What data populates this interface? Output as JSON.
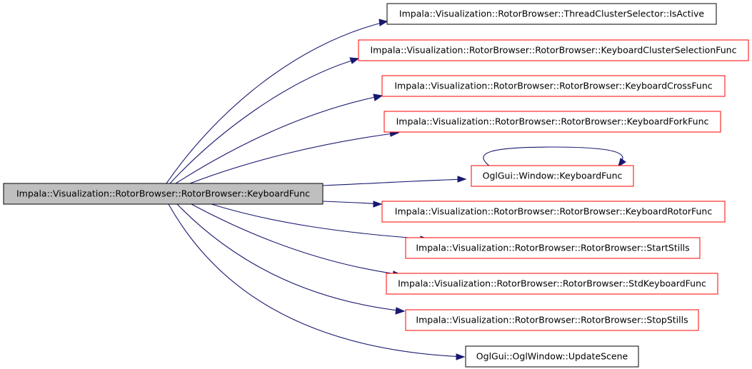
{
  "diagram": {
    "source": {
      "label": "Impala::Visualization::RotorBrowser::RotorBrowser::KeyboardFunc",
      "fill": "#bfbfbf",
      "border": "#000000"
    },
    "targets": [
      {
        "id": "is-active",
        "label": "Impala::Visualization::RotorBrowser::ThreadClusterSelector::IsActive",
        "border": "#000000"
      },
      {
        "id": "keyboard-cluster-selection-func",
        "label": "Impala::Visualization::RotorBrowser::RotorBrowser::KeyboardClusterSelectionFunc",
        "border": "#ff0000"
      },
      {
        "id": "keyboard-cross-func",
        "label": "Impala::Visualization::RotorBrowser::RotorBrowser::KeyboardCrossFunc",
        "border": "#ff0000"
      },
      {
        "id": "keyboard-fork-func",
        "label": "Impala::Visualization::RotorBrowser::RotorBrowser::KeyboardForkFunc",
        "border": "#ff0000"
      },
      {
        "id": "oglgui-window-keyboard-func",
        "label": "OglGui::Window::KeyboardFunc",
        "border": "#ff0000",
        "self_loop": true
      },
      {
        "id": "keyboard-rotor-func",
        "label": "Impala::Visualization::RotorBrowser::RotorBrowser::KeyboardRotorFunc",
        "border": "#ff0000"
      },
      {
        "id": "start-stills",
        "label": "Impala::Visualization::RotorBrowser::RotorBrowser::StartStills",
        "border": "#ff0000"
      },
      {
        "id": "std-keyboard-func",
        "label": "Impala::Visualization::RotorBrowser::RotorBrowser::StdKeyboardFunc",
        "border": "#ff0000"
      },
      {
        "id": "stop-stills",
        "label": "Impala::Visualization::RotorBrowser::RotorBrowser::StopStills",
        "border": "#ff0000"
      },
      {
        "id": "update-scene",
        "label": "OglGui::OglWindow::UpdateScene",
        "border": "#000000"
      }
    ],
    "edge_color": "#191970"
  }
}
